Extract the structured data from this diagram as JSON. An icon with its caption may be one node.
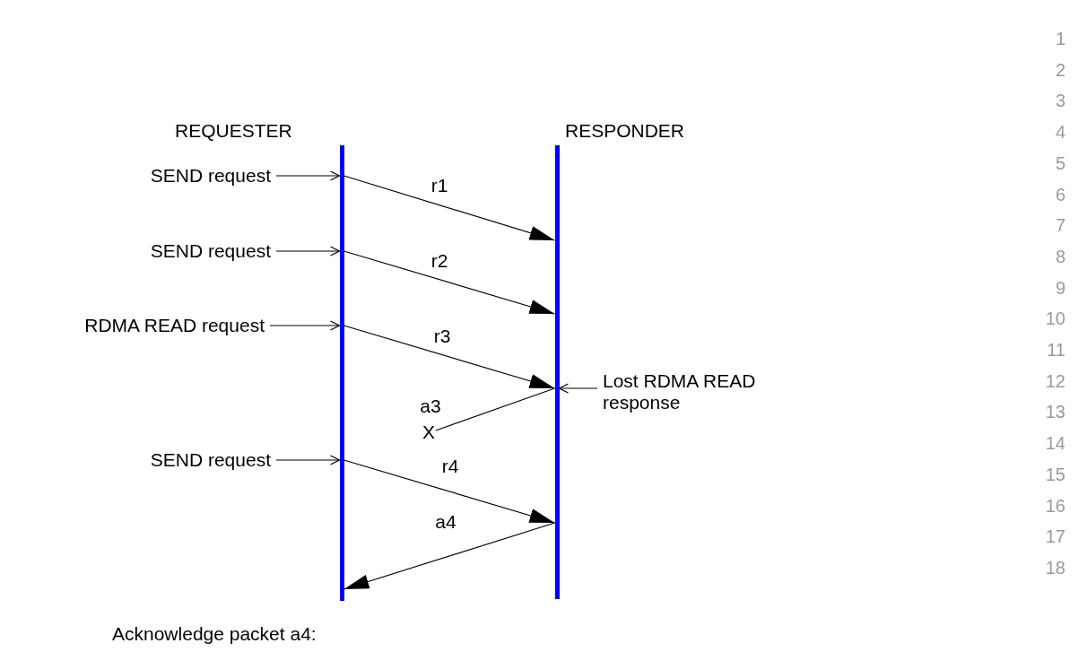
{
  "diagram": {
    "nodes": [
      {
        "text": [
          "REQUESTER"
        ]
      },
      {
        "text": [
          "RESPONDER"
        ]
      },
      {
        "text": [
          "SEND request"
        ]
      },
      {
        "text": [
          "SEND request"
        ]
      },
      {
        "text": [
          "RDMA READ request"
        ]
      },
      {
        "text": [
          "X"
        ]
      },
      {
        "text": [
          "Lost RDMA READ response"
        ]
      },
      {
        "text": [
          "SEND request"
        ]
      }
    ],
    "edges": [
      {
        "from": 2,
        "to": 0,
        "arrow": "to"
      },
      {
        "from": 0,
        "to": 1,
        "arrow": "to",
        "label": "r1"
      },
      {
        "from": 3,
        "to": 0,
        "arrow": "to"
      },
      {
        "from": 0,
        "to": 1,
        "arrow": "to",
        "label": "r2"
      },
      {
        "from": 4,
        "to": 0,
        "arrow": "to"
      },
      {
        "from": 0,
        "to": 1,
        "arrow": "to",
        "label": "r3"
      },
      {
        "from": 6,
        "to": 1,
        "arrow": "to"
      },
      {
        "from": 1,
        "to": 5,
        "arrow": "none",
        "label": "a3"
      },
      {
        "from": 7,
        "to": 0,
        "arrow": "to"
      },
      {
        "from": 0,
        "to": 1,
        "arrow": "to",
        "label": "r4"
      },
      {
        "from": 1,
        "to": 0,
        "arrow": "to",
        "label": "a4"
      }
    ],
    "labels": [
      "Acknowledge packet a4:",
      "1",
      "2",
      "3",
      "4",
      "5",
      "6",
      "7",
      "8",
      "9",
      "10",
      "11",
      "12",
      "13",
      "14",
      "15",
      "16",
      "17",
      "18"
    ]
  }
}
